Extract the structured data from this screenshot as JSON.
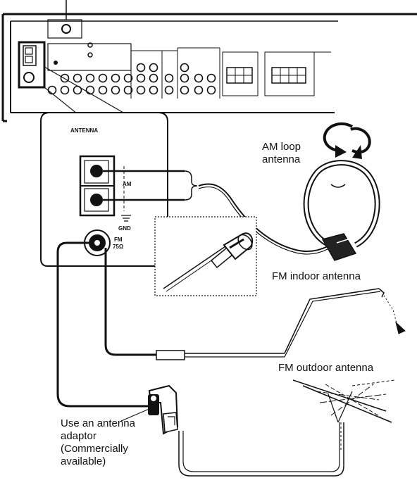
{
  "panel": {
    "antenna_header": "ANTENNA",
    "am_terminal": "AM",
    "gnd_terminal": "GND",
    "fm_terminal_line1": "FM",
    "fm_terminal_line2": "75Ω"
  },
  "labels": {
    "am_loop_line1": "AM loop",
    "am_loop_line2": "antenna",
    "fm_indoor": "FM indoor antenna",
    "fm_outdoor": "FM outdoor antenna",
    "adaptor_line1": "Use an antenna",
    "adaptor_line2": "adaptor",
    "adaptor_line3": "(Commercially",
    "adaptor_line4": "available)"
  }
}
